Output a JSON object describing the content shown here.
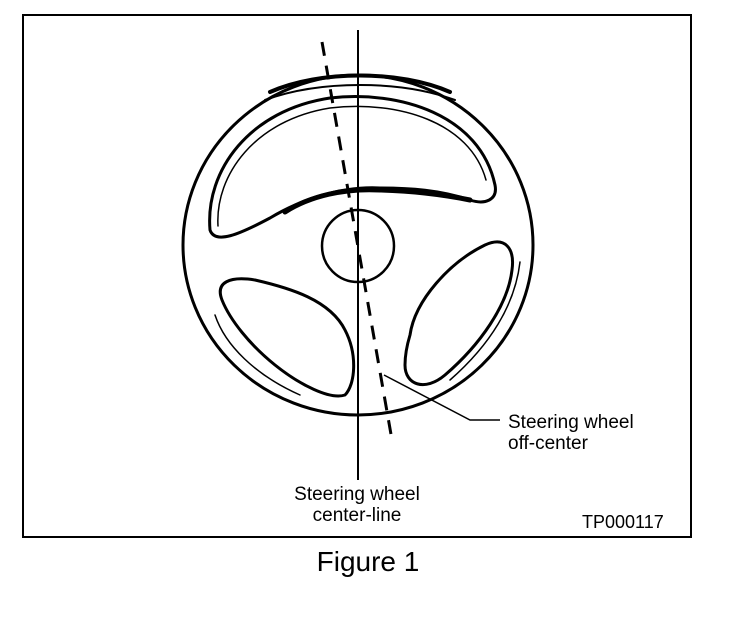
{
  "figure": {
    "caption": "Figure 1",
    "code": "TP000117",
    "labels": {
      "off_center_line1": "Steering wheel",
      "off_center_line2": "off-center",
      "center_line1": "Steering wheel",
      "center_line2": "center-line"
    }
  }
}
